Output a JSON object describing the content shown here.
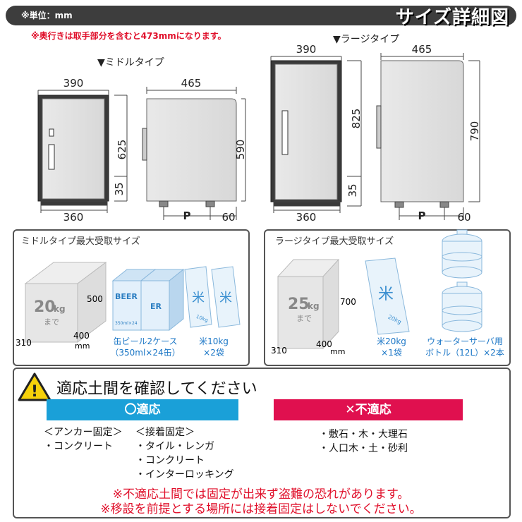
{
  "header": {
    "unit": "※単位：mm",
    "title": "サイズ詳細図",
    "note": "※奥行きは取手部分を含むと473mmになります。"
  },
  "middle": {
    "label": "▼ミドルタイプ",
    "front": {
      "width_top": "390",
      "width_bottom": "360",
      "height": "625",
      "leg": "35"
    },
    "side": {
      "depth": "465",
      "height": "590",
      "pitch": "P",
      "offset": "60"
    }
  },
  "large": {
    "label": "▼ラージタイプ",
    "front": {
      "width_top": "390",
      "width_bottom": "360",
      "height": "825",
      "leg": "35"
    },
    "side": {
      "depth": "465",
      "height": "790",
      "pitch": "P",
      "offset": "60"
    }
  },
  "middle_capacity": {
    "title": "ミドルタイプ最大受取サイズ",
    "box": {
      "weight_num": "20",
      "weight_unit": "kg",
      "weight_suffix": "まで",
      "h": "500",
      "w": "400",
      "w_unit": "mm",
      "d": "310"
    },
    "item1": {
      "line1": "缶ビール2ケース",
      "line2": "（350ml×24缶）",
      "box_text": "BEER",
      "box_text2": "ER",
      "small": "350ml×24"
    },
    "item2": {
      "line1": "米10kg",
      "line2": "×2袋",
      "bag_small": "10kg"
    }
  },
  "large_capacity": {
    "title": "ラージタイプ最大受取サイズ",
    "box": {
      "weight_num": "25",
      "weight_unit": "kg",
      "weight_suffix": "まで",
      "h": "700",
      "w": "400",
      "w_unit": "mm",
      "d": "310"
    },
    "item1": {
      "line1": "米20kg",
      "line2": "×1袋",
      "bag_small": "20kg"
    },
    "item2": {
      "line1": "ウォーターサーバ用",
      "line2": "ボトル（12L）×2本"
    }
  },
  "notice": {
    "icon_text": "!",
    "heading": "適応土間を確認してください",
    "ok": "〇適応",
    "ng": "✕不適応",
    "anchor_head": "＜アンカー固定＞",
    "anchor_items": [
      "・コンクリート"
    ],
    "adhesive_head": "＜接着固定＞",
    "adhesive_items": [
      "・タイル・レンガ",
      "・コンクリート",
      "・インターロッキング"
    ],
    "ng_items": [
      "・敷石・木・大理石",
      "・人口木・土・砂利"
    ],
    "warn1": "※不適応土間では固定が出来ず盗難の恐れがあります。",
    "warn2": "※移設を前提とする場所には接着固定はしないでください。"
  }
}
